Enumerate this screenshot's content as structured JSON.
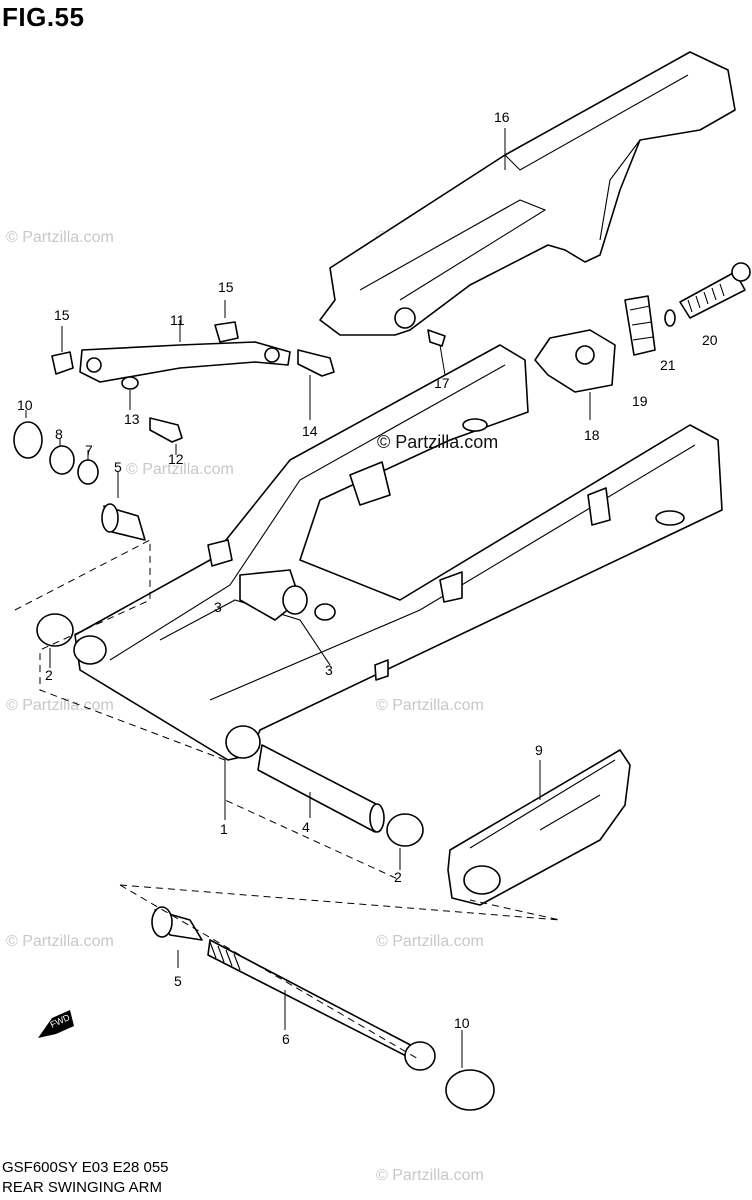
{
  "figure_title": "FIG.55",
  "watermark": "© Partzilla.com",
  "center_watermark": "© Partzilla.com",
  "footer": {
    "line1": "GSF600SY E03 E28  055",
    "line2": "REAR SWINGING ARM"
  },
  "fwd_label": "FWD",
  "callouts": [
    "16",
    "15",
    "11",
    "15",
    "10",
    "8",
    "7",
    "5",
    "13",
    "12",
    "14",
    "17",
    "18",
    "19",
    "20",
    "21",
    "3",
    "3",
    "2",
    "1",
    "4",
    "2",
    "9",
    "5",
    "6",
    "10"
  ]
}
